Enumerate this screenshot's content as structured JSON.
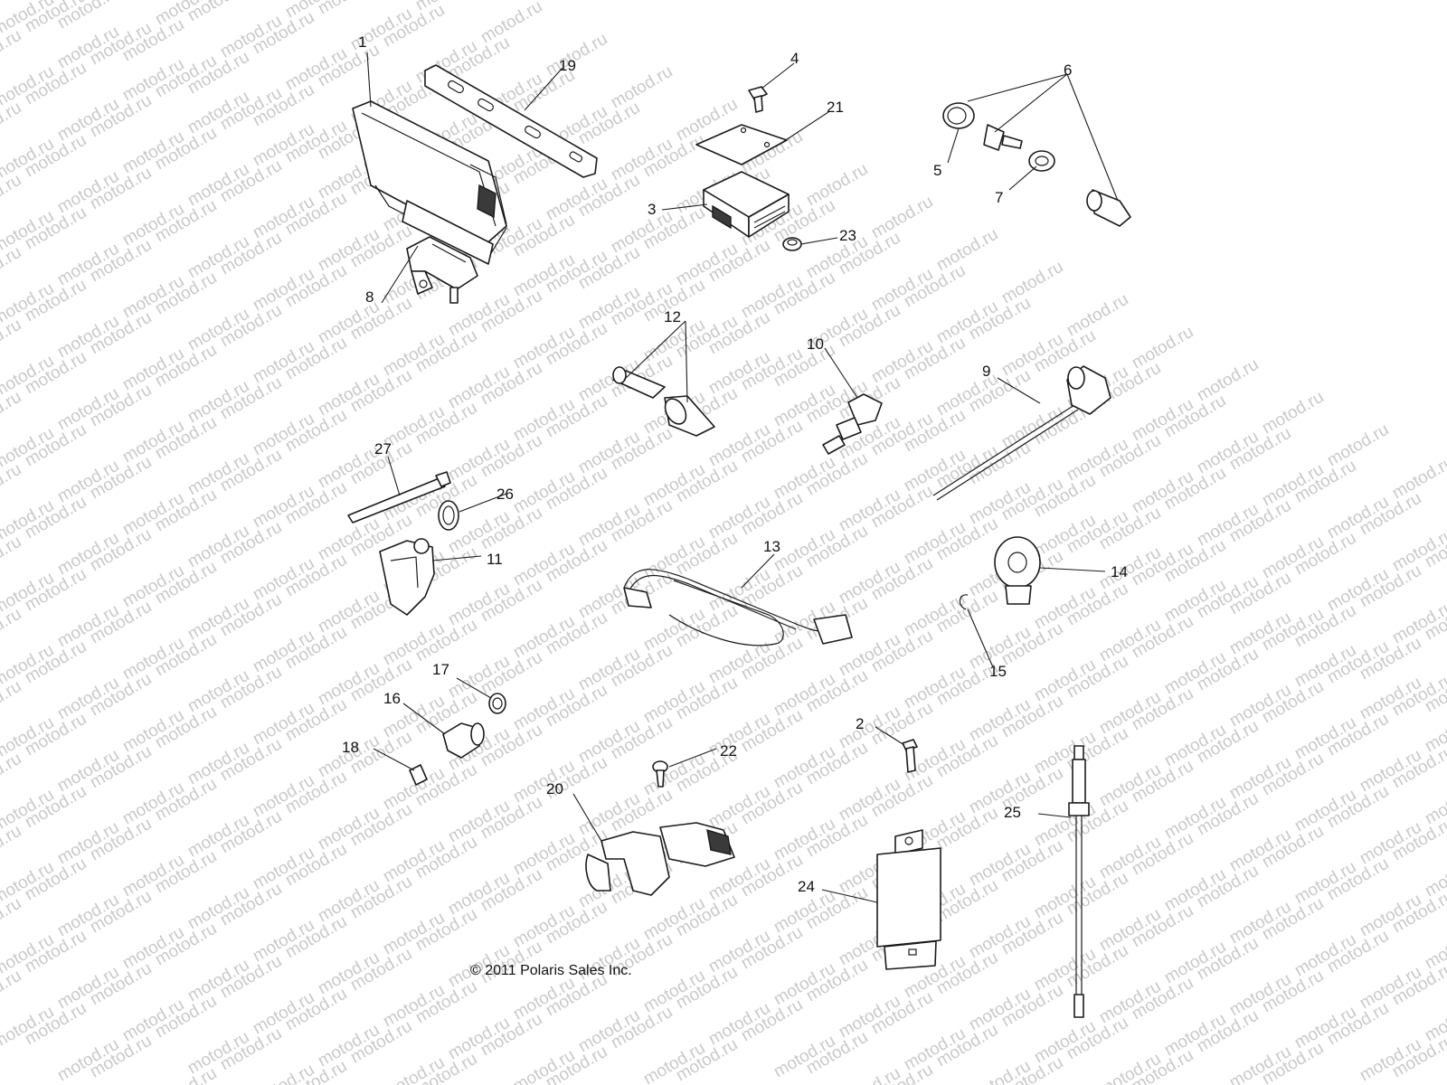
{
  "watermark": {
    "text": "motod.ru"
  },
  "copyright": "© 2011 Polaris Sales Inc.",
  "colors": {
    "line": "#1a1a1a",
    "watermark": "#c9c9c9",
    "background": "#ffffff"
  },
  "callouts": [
    "1",
    "19",
    "4",
    "21",
    "6",
    "5",
    "7",
    "3",
    "23",
    "8",
    "12",
    "10",
    "9",
    "27",
    "26",
    "11",
    "13",
    "14",
    "15",
    "17",
    "16",
    "18",
    "22",
    "2",
    "20",
    "25",
    "24"
  ]
}
